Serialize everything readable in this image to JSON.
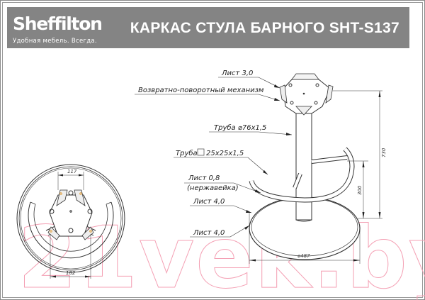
{
  "header": {
    "brand": "Sheffilton",
    "tagline": "Удобная мебель. Всегда.",
    "title": "КАРКАС СТУЛА БАРНОГО SHT-S137"
  },
  "callouts": {
    "sheet_top": "Лист 3,0",
    "swivel": "Возвратно-поворотный механизм",
    "tube_round": "Труба ⌀76x1,5",
    "tube_square_prefix": "Труба",
    "tube_square_size": "25x25x1,5",
    "sheet_08": "Лист 0,8",
    "stainless": "(нержавейка)",
    "sheet_40_a": "Лист 4,0",
    "sheet_40_b": "Лист 4,0"
  },
  "dimensions": {
    "total_height": "730",
    "footrest_height": "300",
    "base_diameter": "⌀487",
    "plate_width": "117",
    "footrest_span": "182"
  },
  "watermark": "21vek.by",
  "colors": {
    "header_bg": "#848484",
    "line": "#333333",
    "watermark": "#f4a0b4",
    "accent_bolt": "#e0a040"
  }
}
